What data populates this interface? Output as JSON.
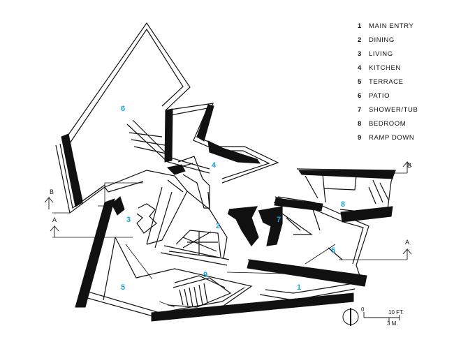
{
  "legend": [
    {
      "num": "1",
      "label": "MAIN ENTRY"
    },
    {
      "num": "2",
      "label": "DINING"
    },
    {
      "num": "3",
      "label": "LIVING"
    },
    {
      "num": "4",
      "label": "KITCHEN"
    },
    {
      "num": "5",
      "label": "TERRACE"
    },
    {
      "num": "6",
      "label": "PATIO"
    },
    {
      "num": "7",
      "label": "SHOWER/TUB"
    },
    {
      "num": "8",
      "label": "BEDROOM"
    },
    {
      "num": "9",
      "label": "RAMP DOWN"
    }
  ],
  "rooms": [
    {
      "label": "6"
    },
    {
      "label": "4"
    },
    {
      "label": "3"
    },
    {
      "label": "2"
    },
    {
      "label": "7"
    },
    {
      "label": "8"
    },
    {
      "label": "5"
    },
    {
      "label": "5"
    },
    {
      "label": "9"
    },
    {
      "label": "1"
    }
  ],
  "sections": {
    "b_left": "B",
    "a_left": "A",
    "b_right": "B",
    "a_right": "A"
  },
  "scale": {
    "zero": "0",
    "feet": "10 FT.",
    "meters": "3 M."
  },
  "colors": {
    "room_number": "#1aa3dc",
    "ink": "#111111"
  }
}
